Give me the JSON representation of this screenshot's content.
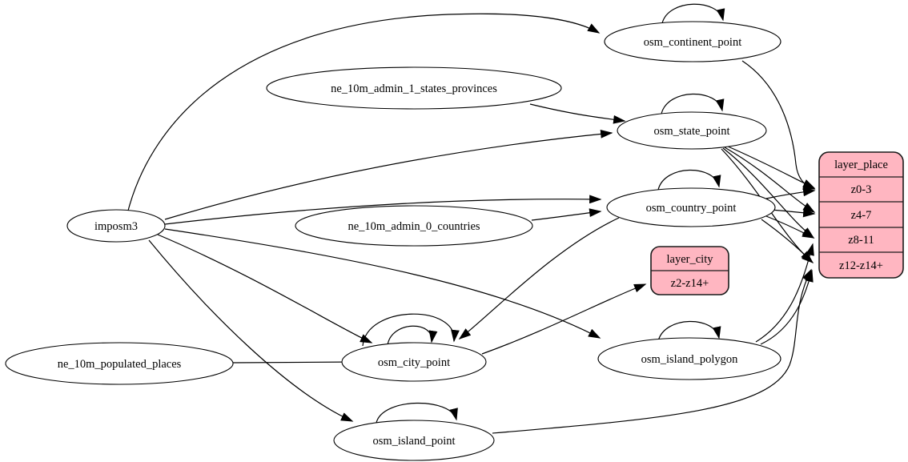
{
  "diagram": {
    "type": "etl-graph",
    "colors": {
      "record_fill": "#ffb6c1",
      "node_fill": "#ffffff",
      "stroke": "#000000",
      "background": "#ffffff"
    },
    "nodes": {
      "imposm3": "imposm3",
      "ne_10m_admin_1_states_provinces": "ne_10m_admin_1_states_provinces",
      "ne_10m_admin_0_countries": "ne_10m_admin_0_countries",
      "ne_10m_populated_places": "ne_10m_populated_places",
      "osm_continent_point": "osm_continent_point",
      "osm_state_point": "osm_state_point",
      "osm_country_point": "osm_country_point",
      "osm_city_point": "osm_city_point",
      "osm_island_polygon": "osm_island_polygon",
      "osm_island_point": "osm_island_point"
    },
    "records": {
      "layer_city": {
        "title": "layer_city",
        "rows": [
          "z2-z14+"
        ]
      },
      "layer_place": {
        "title": "layer_place",
        "rows": [
          "z0-3",
          "z4-7",
          "z8-11",
          "z12-z14+"
        ]
      }
    },
    "edges": [
      "imposm3->osm_continent_point",
      "imposm3->osm_state_point",
      "imposm3->osm_country_point",
      "imposm3->osm_city_point",
      "imposm3->osm_island_polygon",
      "imposm3->osm_island_point",
      "ne_10m_admin_1_states_provinces->osm_state_point",
      "ne_10m_admin_0_countries->osm_country_point",
      "ne_10m_populated_places->osm_city_point",
      "osm_continent_point->osm_continent_point",
      "osm_state_point->osm_state_point",
      "osm_country_point->osm_country_point",
      "osm_city_point->osm_city_point",
      "osm_city_point->osm_city_point (2)",
      "osm_island_polygon->osm_island_polygon",
      "osm_island_point->osm_island_point",
      "osm_continent_point->layer_place:z0-3",
      "osm_state_point->layer_place:z0-3",
      "osm_state_point->layer_place:z4-7",
      "osm_state_point->layer_place:z8-11",
      "osm_state_point->layer_place:z12-z14+",
      "osm_country_point->layer_place:z0-3",
      "osm_country_point->layer_place:z4-7",
      "osm_country_point->layer_place:z8-11",
      "osm_country_point->layer_place:z12-z14+",
      "osm_country_point->osm_city_point",
      "osm_city_point->layer_city:z2-z14+",
      "osm_island_polygon->layer_place:z8-11",
      "osm_island_polygon->layer_place:z12-z14+",
      "osm_island_point->layer_place:z12-z14+"
    ]
  }
}
